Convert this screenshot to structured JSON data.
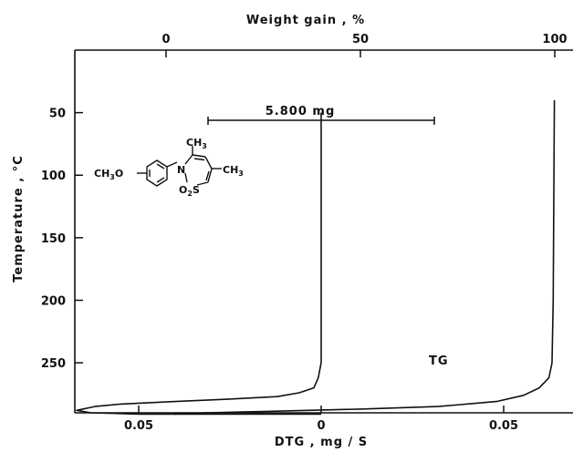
{
  "chart_data": {
    "type": "line",
    "top_axis": {
      "label": "Weight gain , %",
      "ticks": [
        "0",
        "50",
        "100"
      ],
      "values": [
        0,
        50,
        100
      ]
    },
    "bottom_axis": {
      "label": "DTG , mg / S",
      "ticks": [
        "0.05",
        "0",
        "0.05"
      ],
      "values": [
        -0.05,
        0,
        0.05
      ]
    },
    "left_axis": {
      "label": "Temperature , °C",
      "ticks": [
        "50",
        "100",
        "150",
        "200",
        "250"
      ],
      "values": [
        50,
        100,
        150,
        200,
        250
      ],
      "range": [
        0,
        290
      ],
      "inverted": true
    },
    "annotations": {
      "mass": "5.800 mg",
      "curve": "TG"
    },
    "structure": {
      "methoxy": "CH",
      "methoxy_sub": "3",
      "methoxy_end": "O",
      "methyl_top": "CH",
      "methyl_top_sub": "3",
      "methyl_right": "CH",
      "methyl_right_sub": "3",
      "nitrogen": "N",
      "sulfonyl": "O",
      "sulfonyl_sub": "2",
      "sulfonyl_end": "S"
    },
    "series": [
      {
        "curve": "DTG",
        "x": [
          0,
          0,
          -0.0008,
          -0.002,
          -0.006,
          -0.012,
          -0.025,
          -0.04,
          -0.055,
          -0.062,
          -0.067,
          -0.063,
          -0.05,
          -0.03,
          -0.01,
          0
        ],
        "y": [
          50,
          250,
          262,
          270,
          274,
          277,
          279,
          281,
          283,
          285,
          288,
          290,
          291,
          291,
          291,
          291
        ]
      },
      {
        "curve": "TG",
        "x": [
          2,
          10,
          25,
          50,
          70,
          85,
          92,
          96,
          98.5,
          99.3,
          99.6,
          99.8,
          99.9
        ],
        "y": [
          291,
          290,
          289,
          287,
          285,
          281,
          276,
          270,
          262,
          250,
          200,
          100,
          40
        ]
      }
    ]
  }
}
